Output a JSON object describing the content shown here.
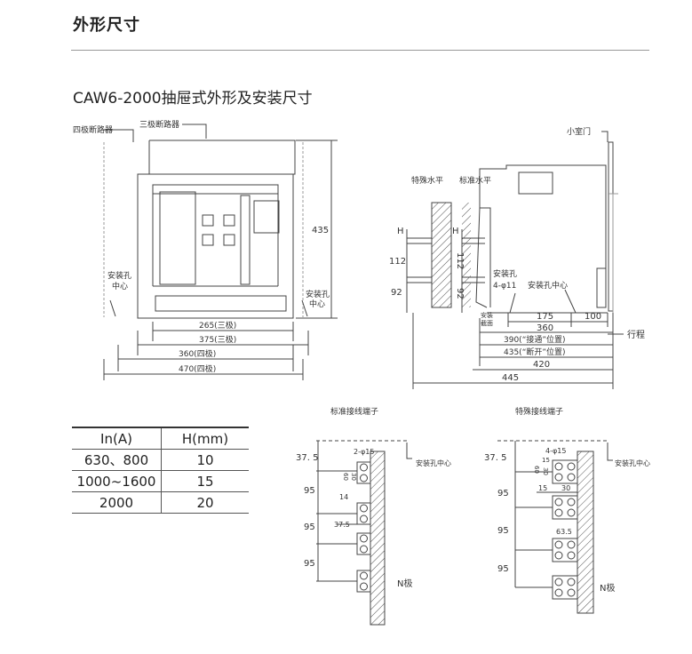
{
  "section_title": "外形尺寸",
  "doc_title": "CAW6-2000抽屉式外形及安装尺寸",
  "front_view": {
    "label_four_pole": "四极断路器",
    "label_three_pole": "三极断路器",
    "mount_hole_center_left": [
      "安装孔",
      "中心"
    ],
    "mount_hole_center_right": [
      "安装孔",
      "中心"
    ],
    "height": "435",
    "dims": [
      "265(三极)",
      "375(三极)",
      "360(四极)",
      "470(四极)"
    ]
  },
  "side_view": {
    "small_door": "小室门",
    "special_level": "特殊水平",
    "standard_level": "标准水平",
    "h_left": "H",
    "h_right": "H",
    "d112_left": "112",
    "d112_right": "112",
    "d92_left": "92",
    "d92_right": "92",
    "mount_hole": [
      "安装孔",
      "4-φ11"
    ],
    "mount_hole_center": "安装孔中心",
    "mount_face": [
      "安装",
      "截面"
    ],
    "travel": "行程",
    "dims": [
      "175",
      "100",
      "360",
      "390(“接通”位置)",
      "435(“断开”位置)",
      "420",
      "445"
    ]
  },
  "table": {
    "headers": [
      "In(A)",
      "H(mm)"
    ],
    "rows": [
      [
        "630、800",
        "10"
      ],
      [
        "1000~1600",
        "15"
      ],
      [
        "2000",
        "20"
      ]
    ]
  },
  "terminal_standard": {
    "title": "标准接线端子",
    "hole_center": "安装孔中心",
    "top": "37. 5",
    "holes": "2-φ15",
    "w14": "14",
    "d60": "60",
    "d30": "30",
    "pitch": [
      "95",
      "95",
      "95"
    ],
    "d375": "37.5",
    "n_pole": "N极"
  },
  "terminal_special": {
    "title": "特殊接线端子",
    "hole_center": "安装孔中心",
    "top": "37. 5",
    "holes": "4-φ15",
    "d15": "15",
    "d30": "30",
    "d60": "60",
    "d30v": "30",
    "d635": "63.5",
    "pitch": [
      "95",
      "95",
      "95"
    ],
    "n_pole": "N极"
  }
}
